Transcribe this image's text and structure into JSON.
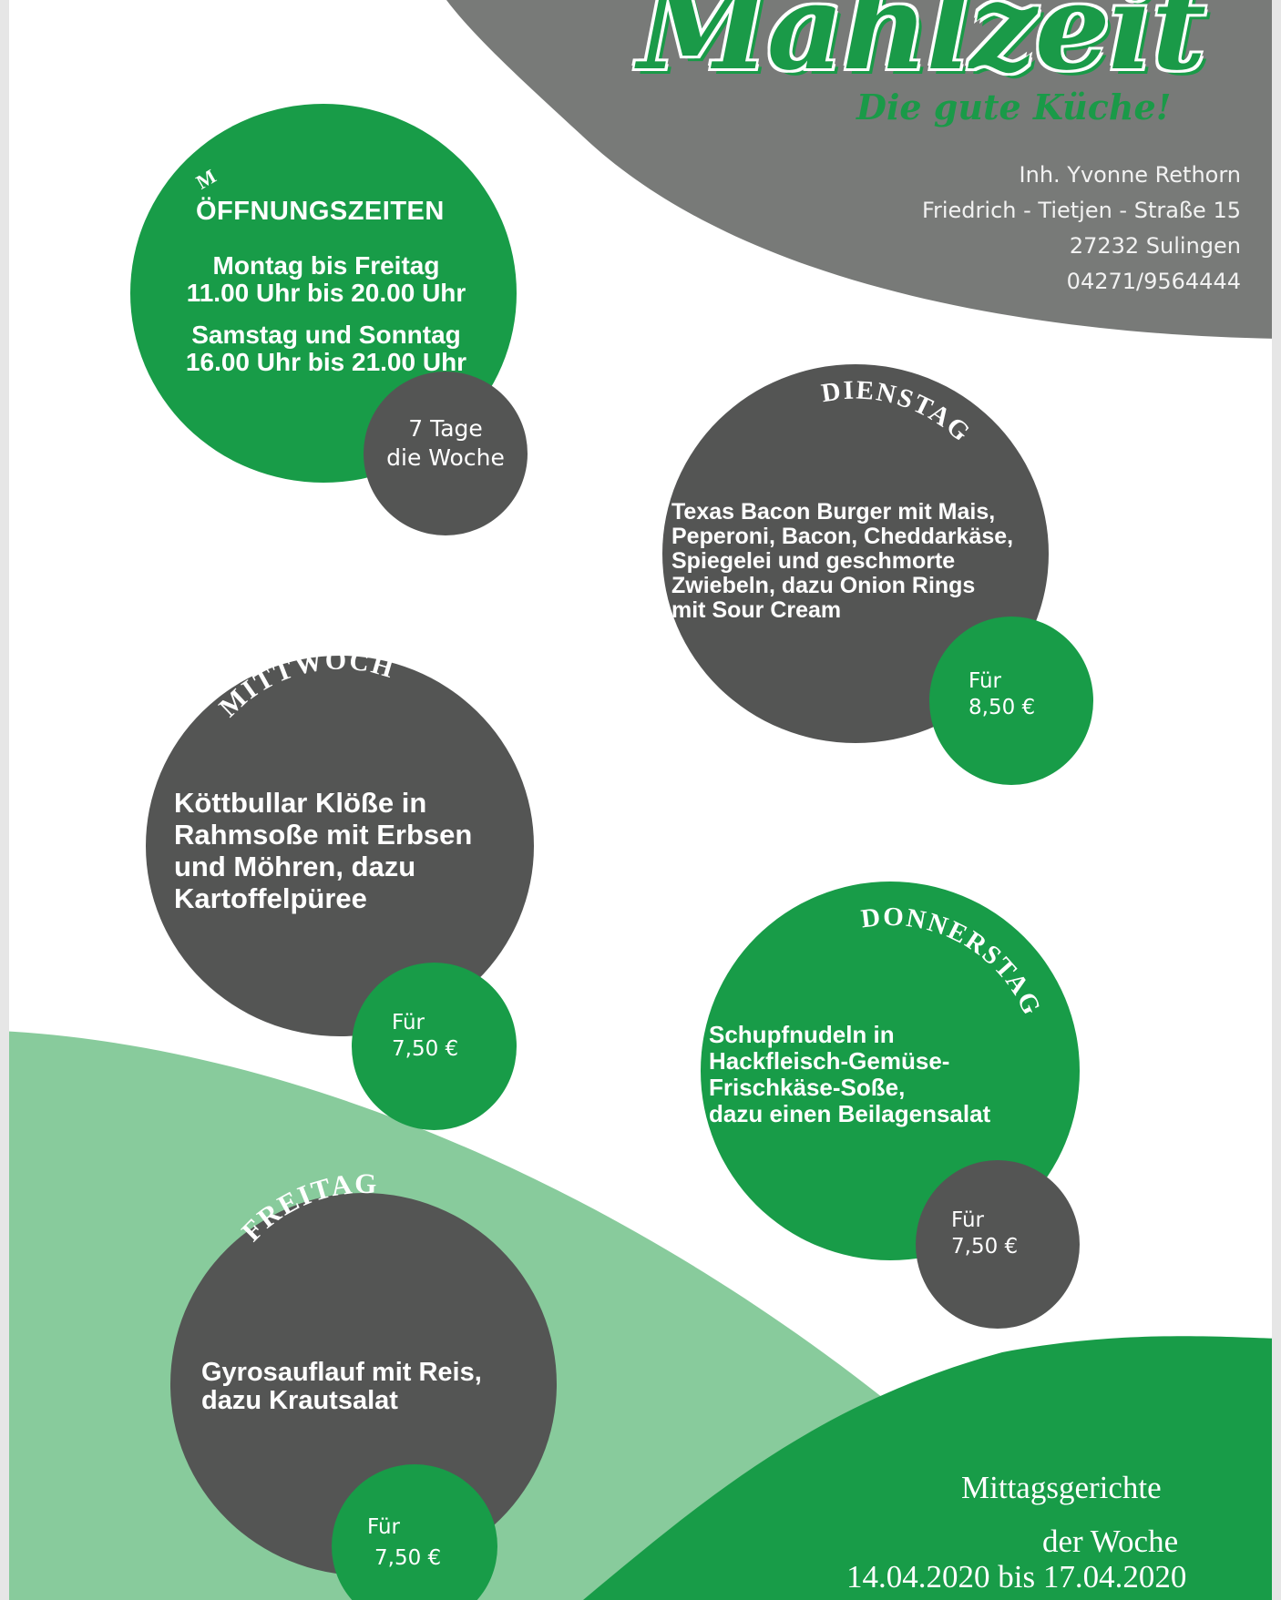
{
  "brand": {
    "logo": "Mahlzeit",
    "slogan": "Die gute Küche!"
  },
  "contact": {
    "owner": "Inh. Yvonne Rethorn",
    "street": "Friedrich - Tietjen - Straße 15",
    "city": "27232 Sulingen",
    "phone": "04271/9564444"
  },
  "opening_hours": {
    "marker": "M",
    "title": "ÖFFNUNGSZEITEN",
    "weekdays_label": "Montag bis Freitag",
    "weekdays_time": "11.00 Uhr bis 20.00 Uhr",
    "weekend_label": "Samstag und Sonntag",
    "weekend_time": "16.00 Uhr bis 21.00 Uhr",
    "badge_line1": "7 Tage",
    "badge_line2": "die Woche"
  },
  "days": {
    "dienstag": {
      "day": "DIENSTAG",
      "meal": [
        "Texas Bacon Burger mit Mais,",
        "Peperoni, Bacon, Cheddarkäse,",
        "Spiegelei und geschmorte",
        "Zwiebeln, dazu Onion Rings",
        "mit Sour Cream"
      ],
      "price_prefix": "Für",
      "price": "8,50 €"
    },
    "mittwoch": {
      "day": "MITTWOCH",
      "meal": [
        "Köttbullar Klöße in",
        "Rahmsoße mit Erbsen",
        "und Möhren, dazu",
        "Kartoffelpüree"
      ],
      "price_prefix": "Für",
      "price": "7,50 €"
    },
    "donnerstag": {
      "day": "DONNERSTAG",
      "meal": [
        "Schupfnudeln in",
        "Hackfleisch-Gemüse-",
        "Frischkäse-Soße,",
        "dazu einen Beilagensalat"
      ],
      "price_prefix": "Für",
      "price": "7,50 €"
    },
    "freitag": {
      "day": "FREITAG",
      "meal": [
        "Gyrosauflauf mit Reis,",
        "dazu Krautsalat"
      ],
      "price_prefix": "Für",
      "price": "7,50 €"
    }
  },
  "footer": {
    "line1": "Mittagsgerichte",
    "line2": "der Woche",
    "dates": "14.04.2020 bis 17.04.2020"
  },
  "colors": {
    "green": "#189c48",
    "light_green": "#88cb9c",
    "dark_gray": "#545554",
    "header_gray": "#787a78"
  }
}
